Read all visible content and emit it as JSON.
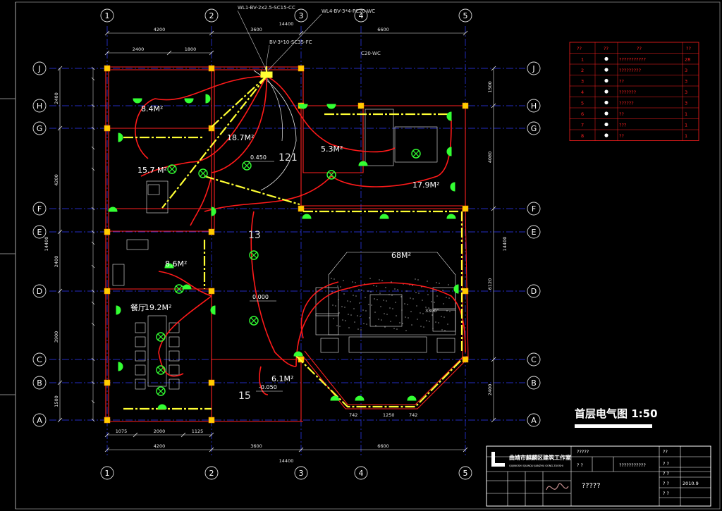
{
  "drawing": {
    "title": "首层电气图 1:50",
    "grid_cols": [
      "1",
      "2",
      "3",
      "4",
      "5"
    ],
    "grid_rows": [
      "J",
      "H",
      "G",
      "F",
      "E",
      "D",
      "C",
      "B",
      "A"
    ],
    "dims_top": [
      "4200",
      "3600",
      "6600"
    ],
    "dims_top_sub": [
      "2400",
      "1800"
    ],
    "dims_total": "14400",
    "dims_bottom": [
      "4200",
      "3600",
      "6600"
    ],
    "dims_bottom_sub": [
      "1075",
      "2000",
      "1125"
    ],
    "dims_left": [
      "2400",
      "4200",
      "2400",
      "3900",
      "1500"
    ],
    "dims_left_total": "14400",
    "dims_right": [
      "1500",
      "4080",
      "6120",
      "2400"
    ],
    "dims_right_total": "14400",
    "room_areas": [
      "8.4M²",
      "18.7M²",
      "5.3M²",
      "15.7  M²",
      "17.9M²",
      "68M²",
      "8.6M²",
      "19.2M²",
      "6.1M²"
    ],
    "room_names": [
      "餐厅"
    ],
    "elevations": [
      "0.450",
      "0.000",
      "-0.050"
    ],
    "stair_labels": [
      "121",
      "13",
      "15"
    ],
    "wire_labels": [
      "WL1-BV-2x2.5-SC15-CC",
      "WL4-BV-3*4-PC20-WC",
      "BV-3*10-SC35-FC",
      "C20-WC"
    ],
    "octagon_dims": [
      "742",
      "1250",
      "742",
      "3300"
    ]
  },
  "legend": {
    "headers": [
      "??",
      "??",
      "??",
      "??"
    ],
    "rows": [
      {
        "no": "1",
        "desc": "???????????",
        "qty": "28"
      },
      {
        "no": "2",
        "desc": "?????????",
        "qty": "3"
      },
      {
        "no": "3",
        "desc": "??",
        "qty": "3"
      },
      {
        "no": "4",
        "desc": "???????",
        "qty": "3"
      },
      {
        "no": "5",
        "desc": "??????",
        "qty": "3"
      },
      {
        "no": "6",
        "desc": "??",
        "qty": "1"
      },
      {
        "no": "7",
        "desc": "???",
        "qty": "1"
      },
      {
        "no": "8",
        "desc": "??",
        "qty": "1"
      }
    ]
  },
  "titleblock": {
    "company": "曲靖市麒麟区建筑工作室",
    "company_en": "QUJINGSHI QILINQU JIANZHU GONG ZUOSHI",
    "project": "?????",
    "cells": [
      "? ?",
      "???????????",
      "?????",
      "??",
      "? ?",
      "? ?",
      "? ?",
      "2010.9",
      "? ?"
    ]
  },
  "colors": {
    "background": "#000000",
    "wall": "#ff2020",
    "axis": "#2f3cff",
    "dim": "#e8e8e8",
    "circuit": "#ff1a1a",
    "device": "#33ff33",
    "feeder": "#ffff33",
    "column": "#ffcc00"
  }
}
